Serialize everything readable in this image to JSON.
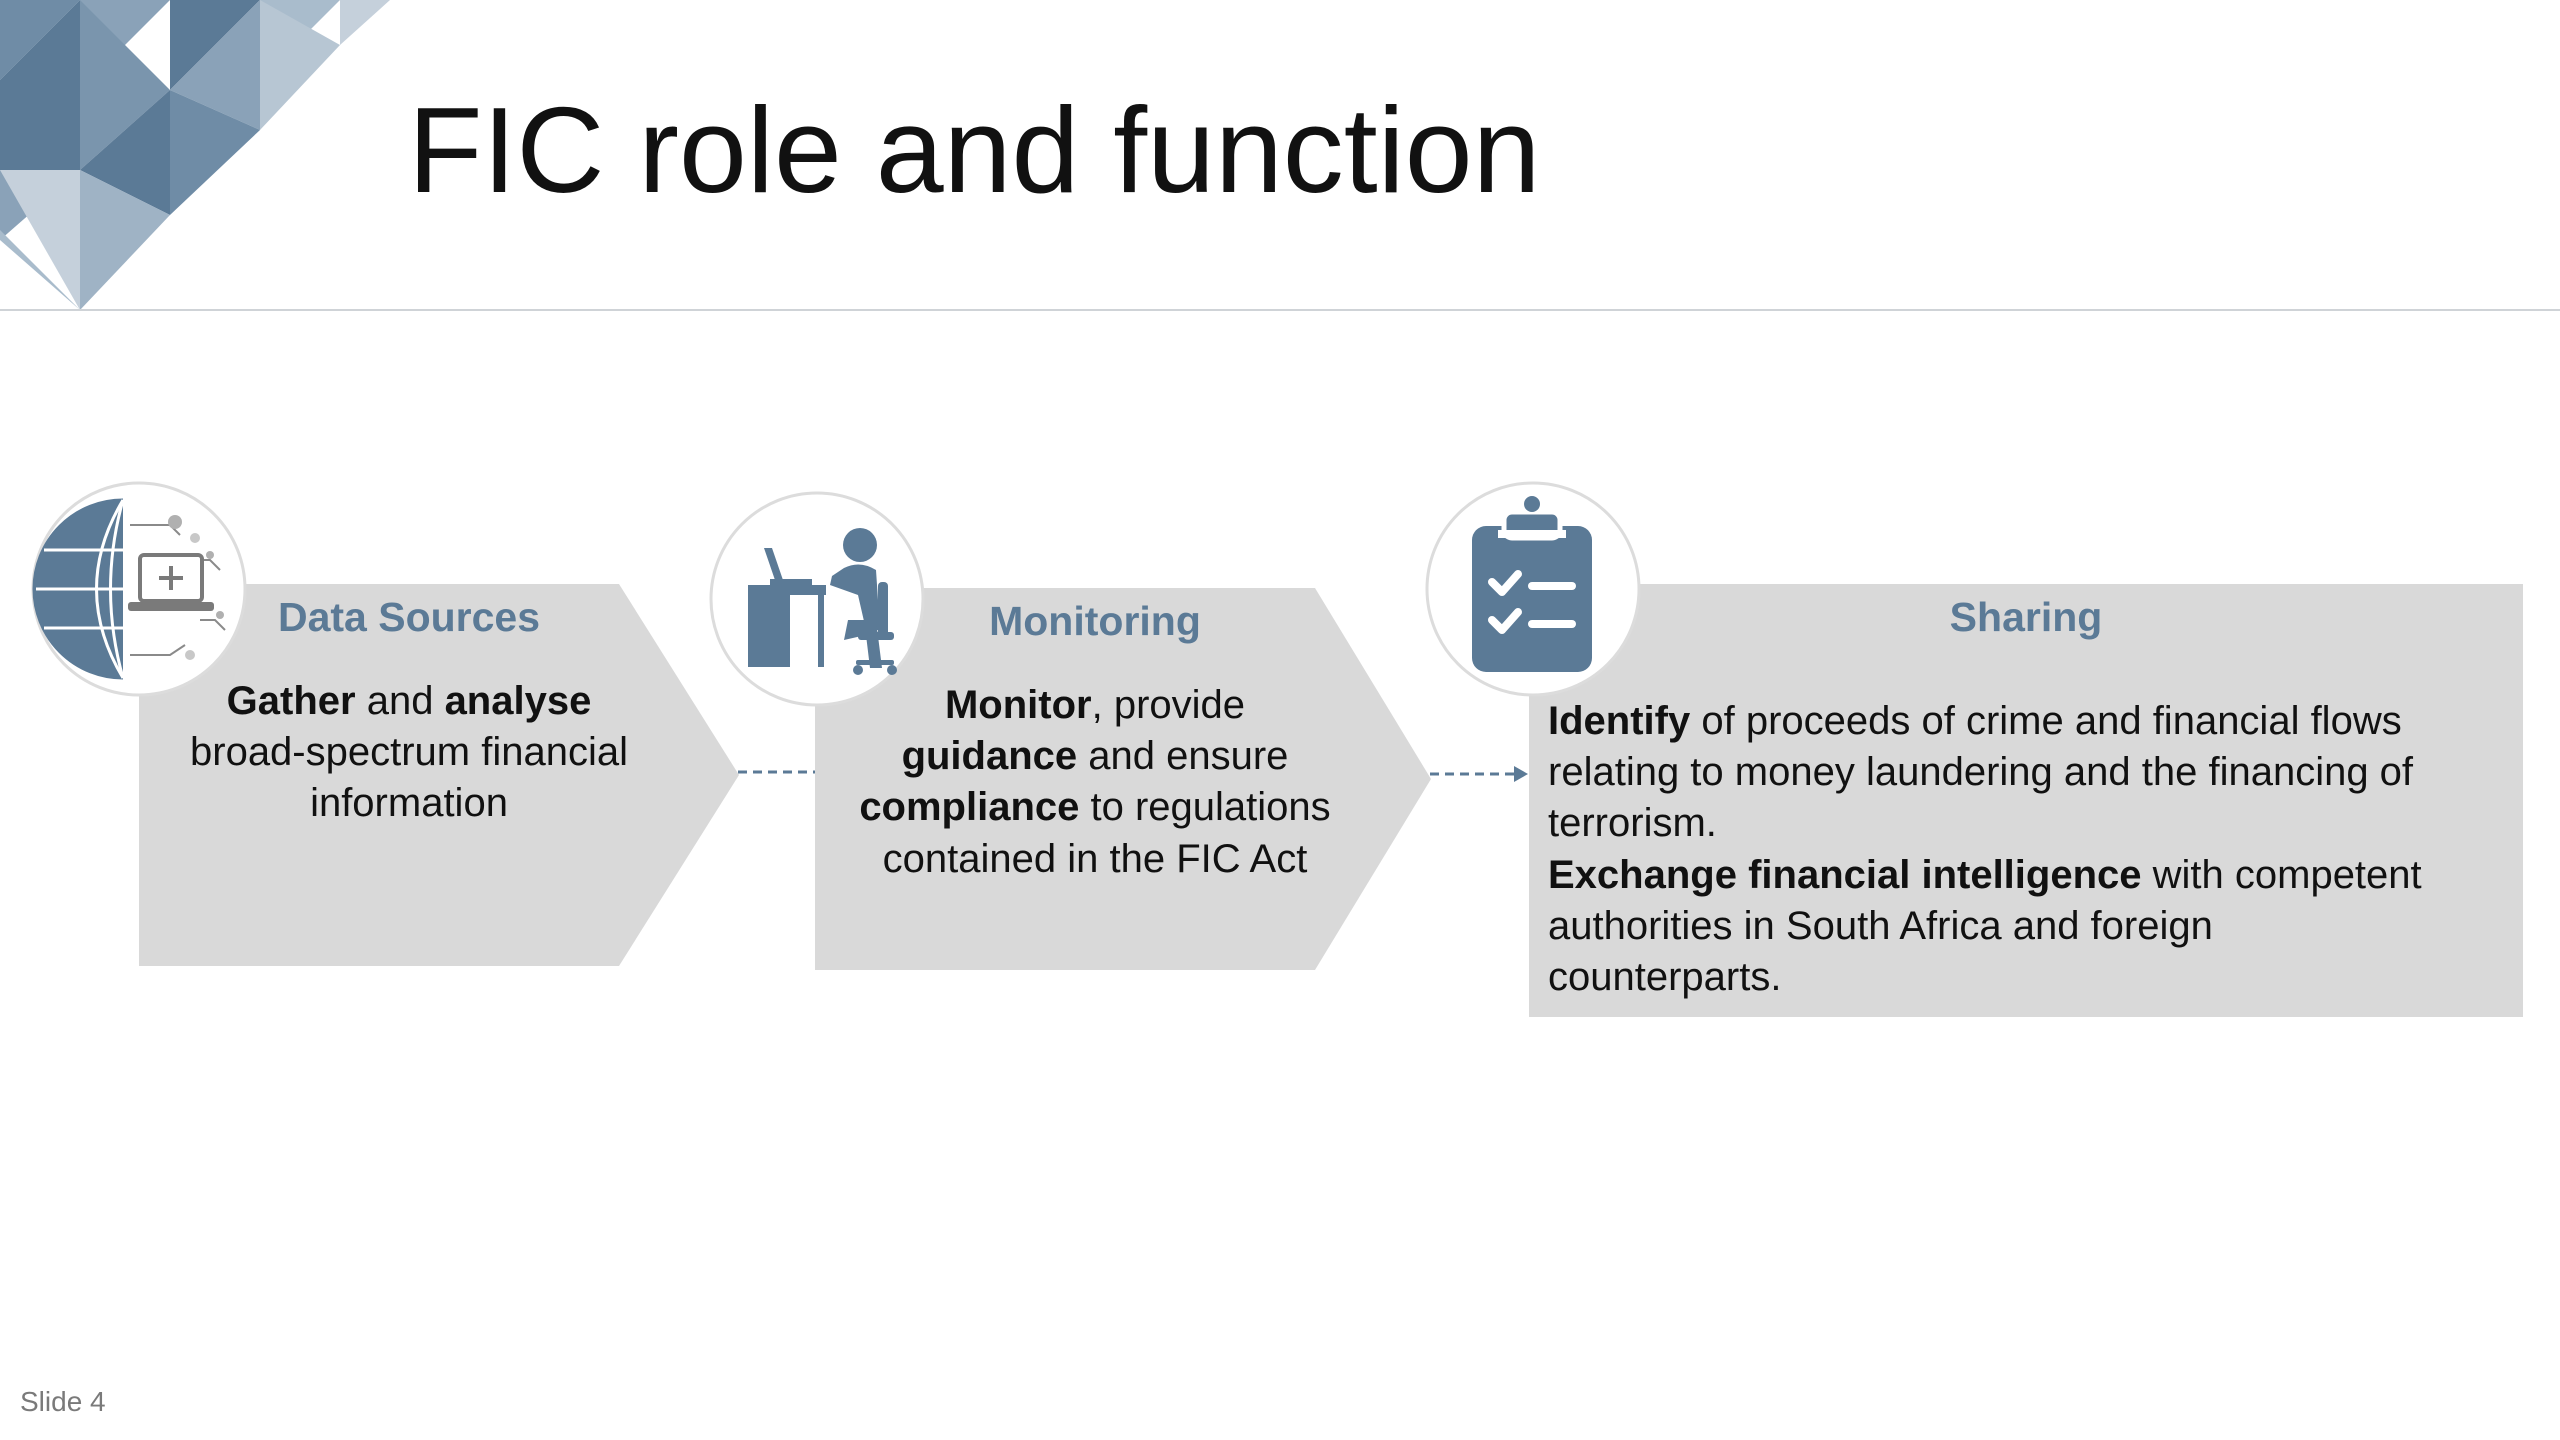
{
  "slide": {
    "title": "FIC role and function",
    "slide_number": "Slide 4"
  },
  "colors": {
    "accent": "#5b7a96",
    "card_fill": "#d9d9d9",
    "deco_light": "#c5d0db",
    "deco_dark": "#5b7a96"
  },
  "steps": [
    {
      "icon": "globe-laptop-icon",
      "heading": "Data Sources",
      "body": [
        {
          "b": "Gather"
        },
        {
          "t": " and "
        },
        {
          "b": "analyse"
        },
        {
          "br": true
        },
        {
          "t": "broad-spectrum financial"
        },
        {
          "br": true
        },
        {
          "t": "information"
        }
      ]
    },
    {
      "icon": "person-at-desk-icon",
      "heading": "Monitoring",
      "body": [
        {
          "b": "Monitor"
        },
        {
          "t": ", provide"
        },
        {
          "br": true
        },
        {
          "b": "guidance"
        },
        {
          "t": " and ensure"
        },
        {
          "br": true
        },
        {
          "b": "compliance"
        },
        {
          "t": " to regulations"
        },
        {
          "br": true
        },
        {
          "t": "contained in the FIC Act"
        }
      ]
    },
    {
      "icon": "clipboard-checklist-icon",
      "heading": "Sharing",
      "body": [
        {
          "b": "Identify"
        },
        {
          "t": " of proceeds of crime and financial flows"
        },
        {
          "br": true
        },
        {
          "t": "relating to money laundering and the financing of"
        },
        {
          "br": true
        },
        {
          "t": "terrorism."
        },
        {
          "br": true
        },
        {
          "b": "Exchange financial intelligence"
        },
        {
          "t": " with competent"
        },
        {
          "br": true
        },
        {
          "t": "authorities in South Africa and foreign"
        },
        {
          "br": true
        },
        {
          "t": "counterparts."
        }
      ]
    }
  ]
}
